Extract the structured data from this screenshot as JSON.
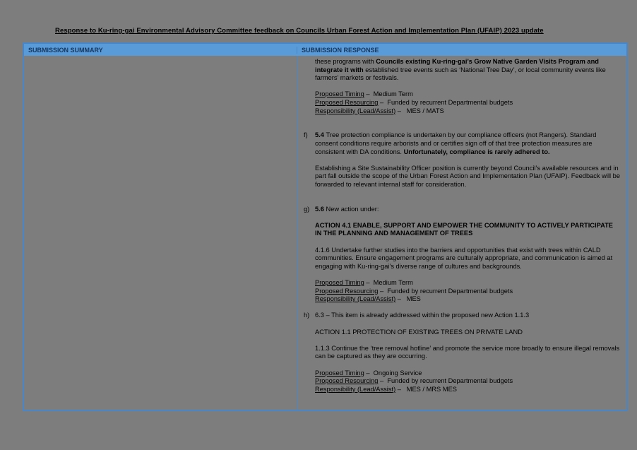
{
  "colors": {
    "page_background": "#7d7d7d",
    "table_border": "#4a85c6",
    "header_fill": "#589bd8",
    "header_text": "#17365d",
    "body_text": "#000000"
  },
  "document": {
    "title": "Response to Ku-ring-gai Environmental Advisory Committee feedback on Councils Urban Forest Action and Implementation Plan (UFAIP) 2023 update"
  },
  "table": {
    "header": {
      "summary_label": "SUBMISSION SUMMARY",
      "response_label": "SUBMISSION RESPONSE"
    },
    "summary_cell_text": "",
    "response_items": [
      {
        "letter": "",
        "blocks": [
          {
            "runs": [
              {
                "t": "these programs with "
              },
              {
                "t": "Councils existing Ku-ring-gai’s Grow Native Garden Visits Program and integrate it with",
                "b": true
              },
              {
                "t": " established tree events such as ‘National Tree Day’, or local community events like farmers’ markets or festivals."
              }
            ]
          },
          {
            "runs": []
          },
          {
            "runs": [
              {
                "t": "Proposed Timing",
                "u": true
              },
              {
                "t": " –  Medium Term"
              }
            ]
          },
          {
            "runs": [
              {
                "t": "Proposed Resourcing",
                "u": true
              },
              {
                "t": " –  Funded by recurrent Departmental budgets"
              }
            ]
          },
          {
            "runs": [
              {
                "t": "Responsibility (Lead/Assist)",
                "u": true
              },
              {
                "t": " –   MES / MATS"
              }
            ]
          },
          {
            "runs": []
          },
          {
            "runs": []
          }
        ]
      },
      {
        "letter": "f)",
        "blocks": [
          {
            "runs": [
              {
                "t": "5.4 ",
                "b": true
              },
              {
                "t": "Tree protection compliance is undertaken by our compliance officers (not Rangers). Standard consent conditions require arborists and or certifies sign off of that tree protection measures are consistent with DA conditions. "
              },
              {
                "t": "Unfortunately, compliance is rarely adhered to.",
                "b": true
              }
            ]
          },
          {
            "runs": []
          },
          {
            "runs": [
              {
                "t": "Establishing a Site Sustainability Officer position is currently beyond Council’s available resources and in part fall outside the scope of the Urban Forest Action and Implementation Plan (UFAIP). Feedback will be forwarded to relevant internal staff for consideration."
              }
            ]
          },
          {
            "runs": []
          },
          {
            "runs": []
          }
        ]
      },
      {
        "letter": "g)",
        "blocks": [
          {
            "runs": [
              {
                "t": "5.6 ",
                "b": true
              },
              {
                "t": "New action under:"
              }
            ]
          },
          {
            "runs": []
          },
          {
            "runs": [
              {
                "t": "ACTION 4.1 ENABLE, SUPPORT AND EMPOWER THE COMMUNITY TO ACTIVELY PARTICIPATE IN THE PLANNING AND MANAGEMENT OF TREES",
                "b": true
              }
            ]
          },
          {
            "runs": []
          },
          {
            "runs": [
              {
                "t": "4.1.6 Undertake further studies into the barriers and opportunities that exist with trees within CALD communities. Ensure engagement programs are culturally appropriate, and communication is aimed at engaging with Ku-ring-gai’s diverse range of cultures and backgrounds."
              }
            ]
          },
          {
            "runs": []
          },
          {
            "runs": [
              {
                "t": "Proposed Timing",
                "u": true
              },
              {
                "t": " –  Medium Term"
              }
            ]
          },
          {
            "runs": [
              {
                "t": "Proposed Resourcing",
                "u": true
              },
              {
                "t": " –  Funded by recurrent Departmental budgets"
              }
            ]
          },
          {
            "runs": [
              {
                "t": "Responsibility (Lead/Assist)",
                "u": true
              },
              {
                "t": " –   MES"
              }
            ]
          },
          {
            "runs": []
          }
        ]
      },
      {
        "letter": "h)",
        "blocks": [
          {
            "runs": [
              {
                "t": "6.3 – This item is already addressed within the proposed new Action 1.1.3"
              }
            ]
          },
          {
            "runs": []
          },
          {
            "runs": [
              {
                "t": "ACTION 1.1 PROTECTION OF EXISTING TREES ON PRIVATE LAND"
              }
            ]
          },
          {
            "runs": []
          },
          {
            "runs": [
              {
                "t": "1.1.3 Continue the ‘tree removal hotline’ and promote the service more broadly to ensure illegal removals can be captured as they are occurring."
              }
            ]
          },
          {
            "runs": []
          },
          {
            "runs": [
              {
                "t": "Proposed Timing",
                "u": true
              },
              {
                "t": " –  Ongoing Service"
              }
            ]
          },
          {
            "runs": [
              {
                "t": "Proposed Resourcing",
                "u": true
              },
              {
                "t": " –  Funded by recurrent Departmental budgets"
              }
            ]
          },
          {
            "runs": [
              {
                "t": "Responsibility (Lead/Assist)",
                "u": true
              },
              {
                "t": " –   MES / MRS MES"
              }
            ]
          }
        ]
      }
    ]
  }
}
